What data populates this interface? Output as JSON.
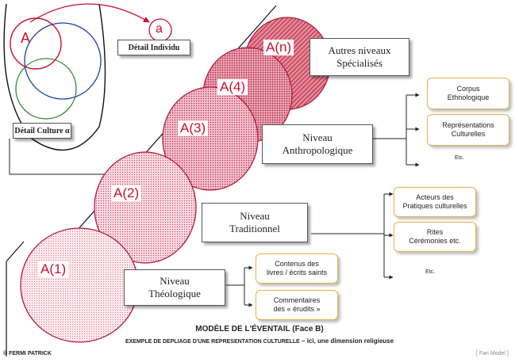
{
  "left_panel": {
    "label_A": "A",
    "label_a": "a",
    "detail_individu": "Détail Individu",
    "detail_culture": "Détail Culture α"
  },
  "circles": [
    {
      "label": "A(1)"
    },
    {
      "label": "A(2)"
    },
    {
      "label": "A(3)"
    },
    {
      "label": "A(4)"
    },
    {
      "label": "A(n)"
    }
  ],
  "levels": {
    "autres": [
      "Autres niveaux",
      "Spécialisés"
    ],
    "anthropologique": [
      "Niveau",
      "Anthropologique"
    ],
    "traditionnel": [
      "Niveau",
      "Traditionnel"
    ],
    "theologique": [
      "Niveau",
      "Théologique"
    ]
  },
  "sub_boxes": {
    "corpus": [
      "Corpus",
      "Ethnologique"
    ],
    "representations": [
      "Représentations",
      "Culturelles"
    ],
    "etc_top": "Etc.",
    "acteurs": [
      "Acteurs des",
      "Pratiques culturelles"
    ],
    "rites": [
      "Rites",
      "Cérémonies etc."
    ],
    "etc_mid": "Etc.",
    "contenus": [
      "Contenus des",
      "livres / écrits saints"
    ],
    "commentaires": [
      "Commentaires",
      "des « érudits »"
    ]
  },
  "footer": {
    "title": "MODÈLE DE L'ÉVENTAIL (Face B)",
    "subtitle_a": "EXEMPLE DE DEPLIAGE D'UNE REPRESENTATION CULTURELLE",
    "subtitle_b": " – ici, une dimension religieuse",
    "copyright": "© FERMI PATRICK",
    "tag": "[ Fan Model ]"
  },
  "colors": {
    "accent_red": "#c8102e",
    "venn_green": "#2e8b2e",
    "venn_blue": "#1f3fa8",
    "box_border_gold": "#e6b24a"
  }
}
